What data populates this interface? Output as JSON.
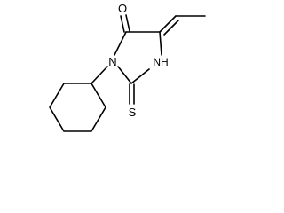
{
  "atoms": {
    "carbonyl_oxygen": "O",
    "ring_nitrogen_n3": "N",
    "ring_nitrogen_nh": "NH",
    "thione_sulfur": "S"
  }
}
